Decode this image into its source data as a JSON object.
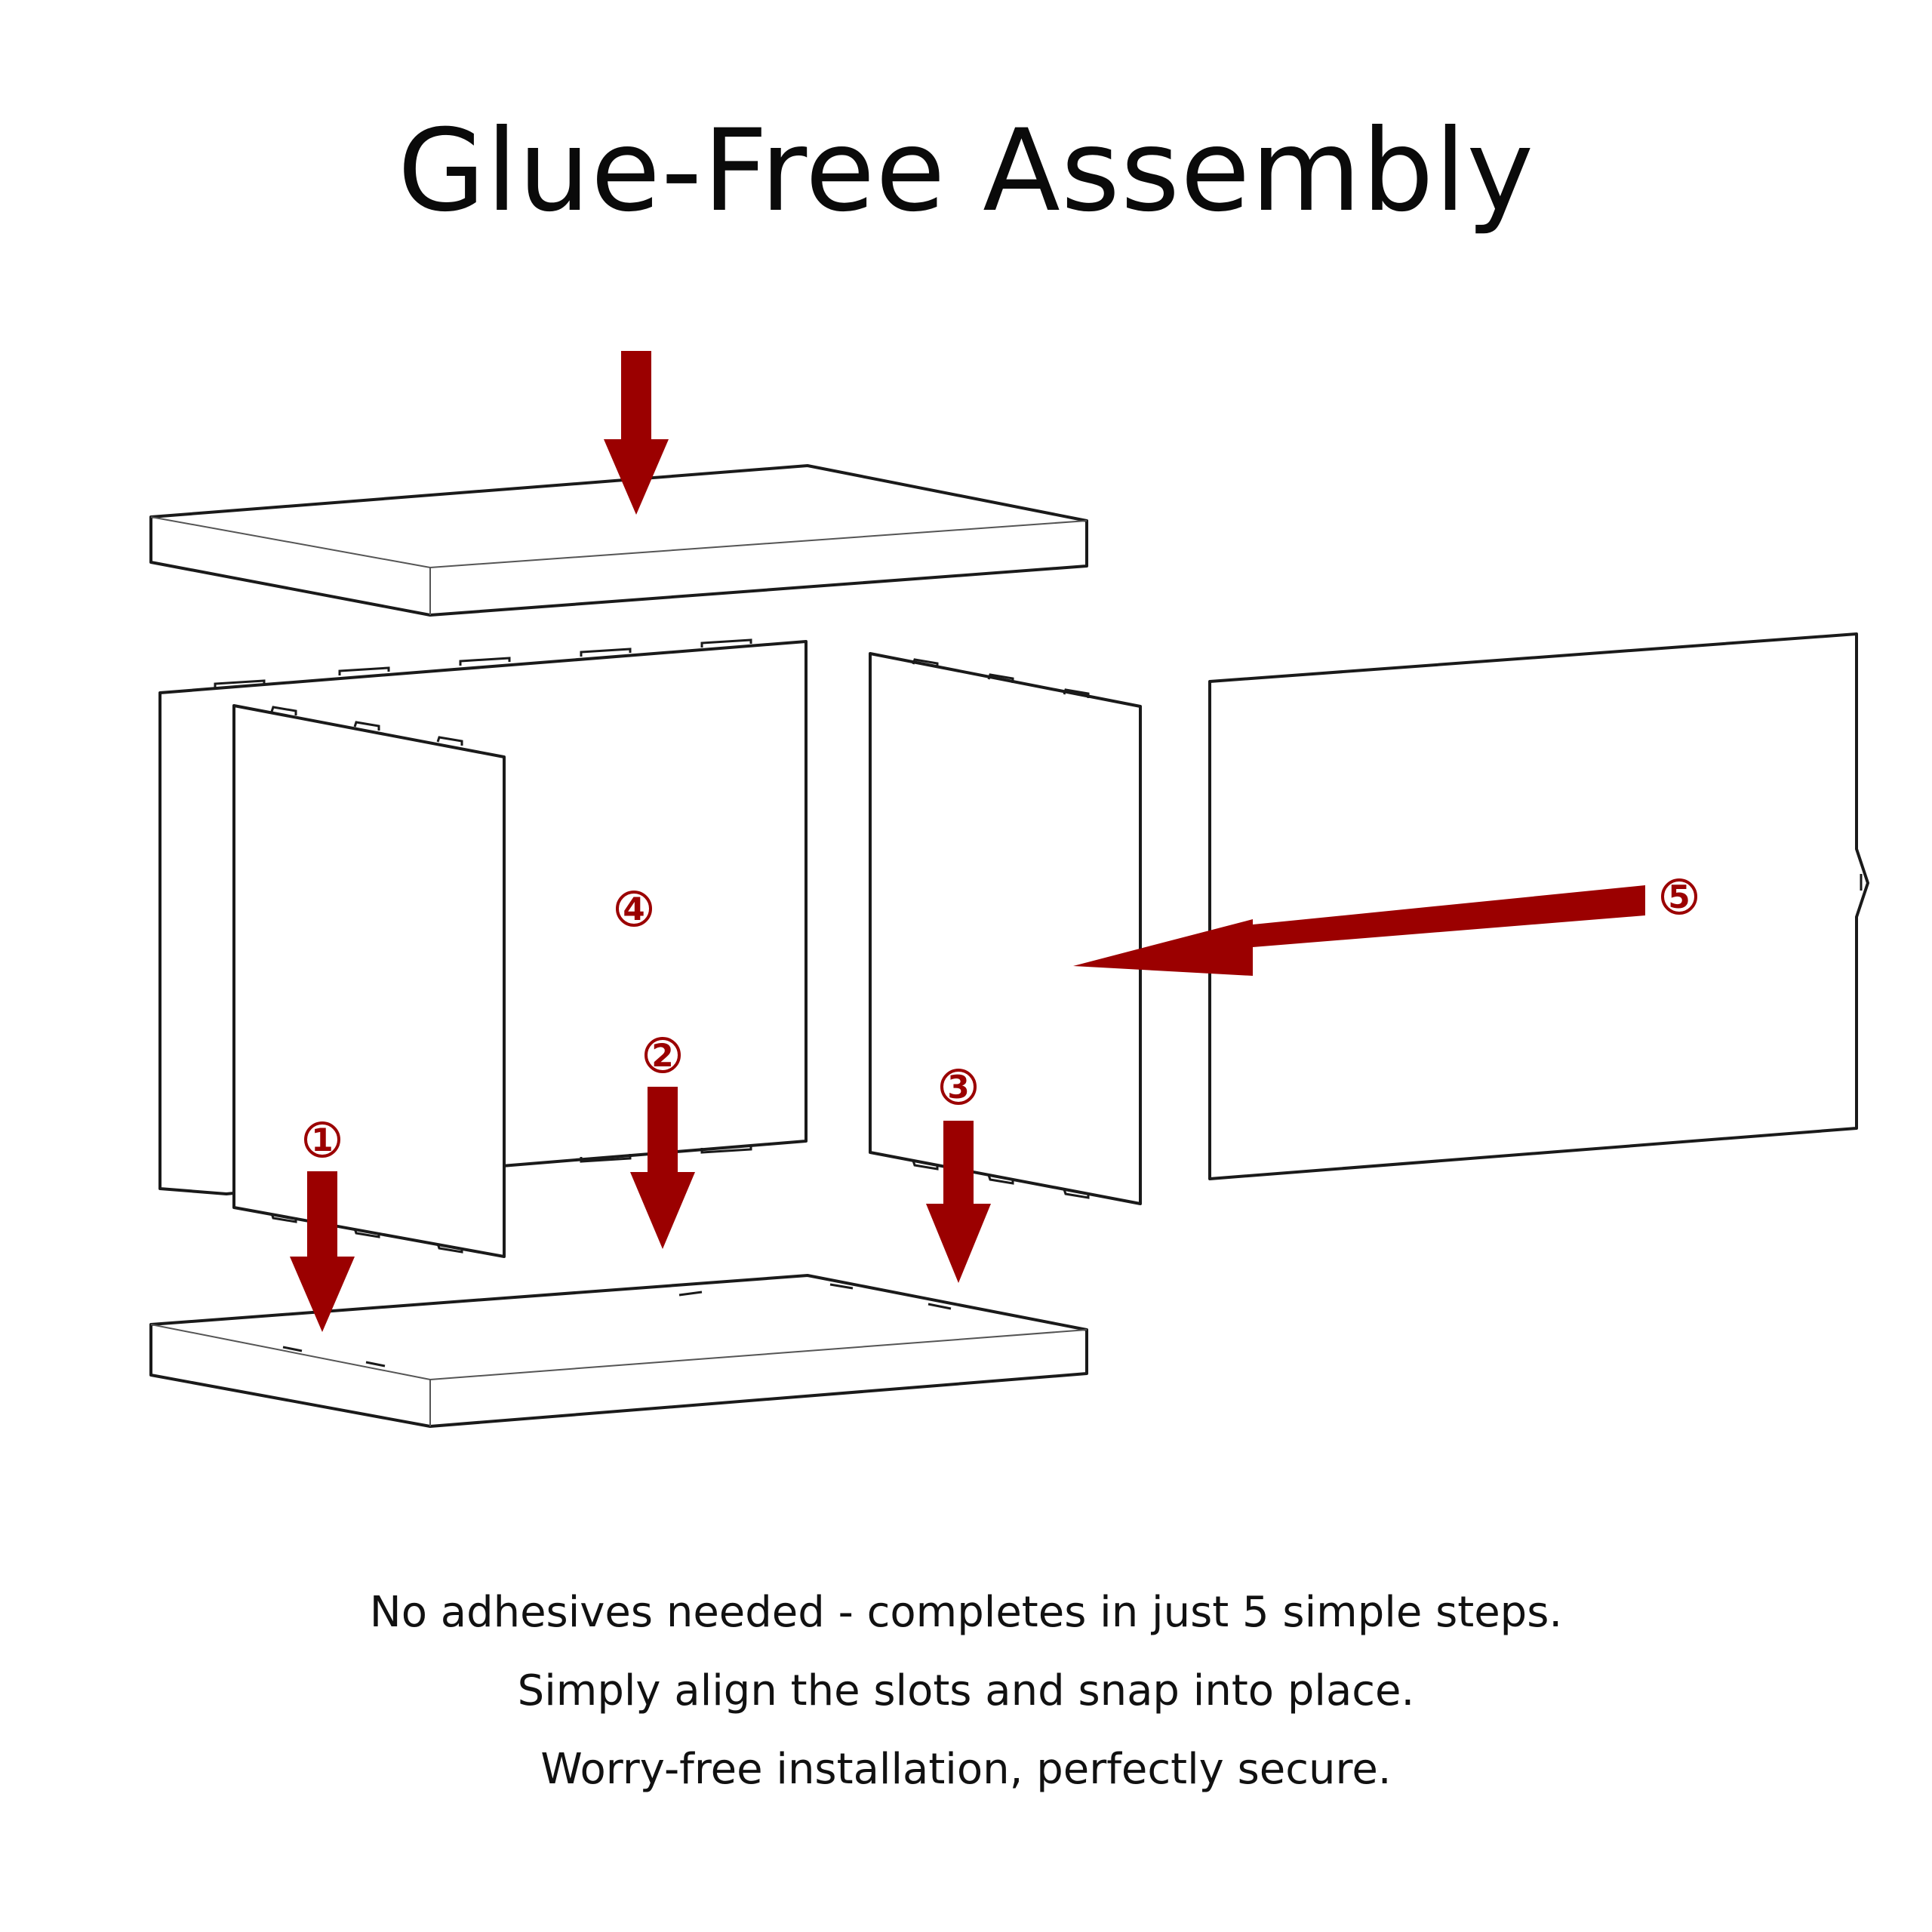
{
  "title": "Glue-Free Assembly",
  "steps": [
    {
      "number": "1",
      "label": "①"
    },
    {
      "number": "2",
      "label": "②"
    },
    {
      "number": "3",
      "label": "③"
    },
    {
      "number": "4",
      "label": "④"
    },
    {
      "number": "5",
      "label": "⑤"
    }
  ],
  "captions": [
    "No adhesives needed - completes in just 5 simple steps.",
    "Simply align the slots and snap into place.",
    "Worry-free installation, perfectly secure."
  ],
  "colors": {
    "arrow": "#9b0000",
    "outline": "#1a1a1a",
    "text": "#111111",
    "background": "#ffffff"
  }
}
